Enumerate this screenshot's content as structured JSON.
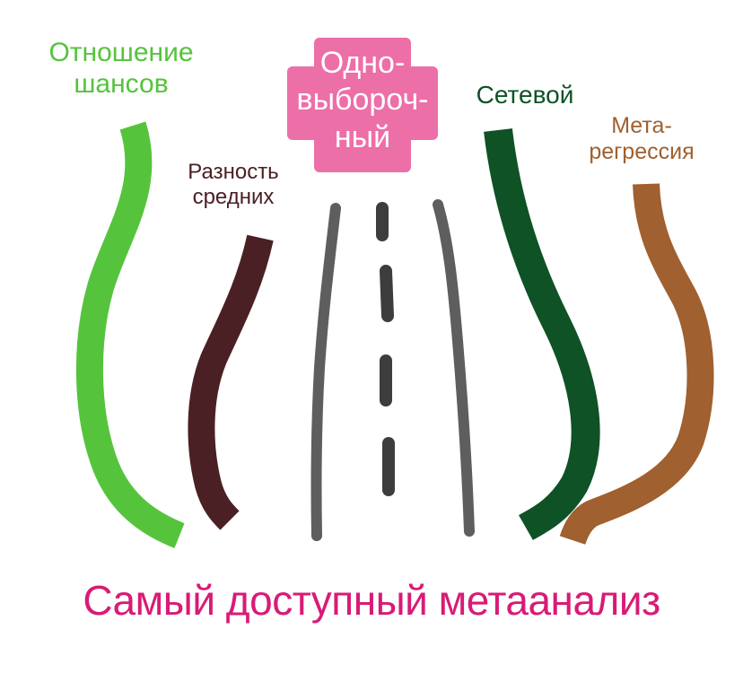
{
  "colors": {
    "odds": "#55c43c",
    "mean": "#4a2024",
    "one_sample_box": "#ec6fa7",
    "one_sample_text": "#ffffff",
    "road_edge": "#5e5e5e",
    "road_center": "#3d3d3d",
    "network": "#0e5226",
    "meta_regression": "#a0602f",
    "title": "#d81b76"
  },
  "labels": {
    "odds_line1": "Отношение",
    "odds_line2": "шансов",
    "mean_line1": "Разность",
    "mean_line2": "средних",
    "one_sample_line1": "Одно-",
    "one_sample_line2": "выбороч-",
    "one_sample_line3": "ный",
    "network": "Сетевой",
    "meta_line1": "Мета-",
    "meta_line2": "регрессия"
  },
  "title": "Самый доступный метаанализ"
}
